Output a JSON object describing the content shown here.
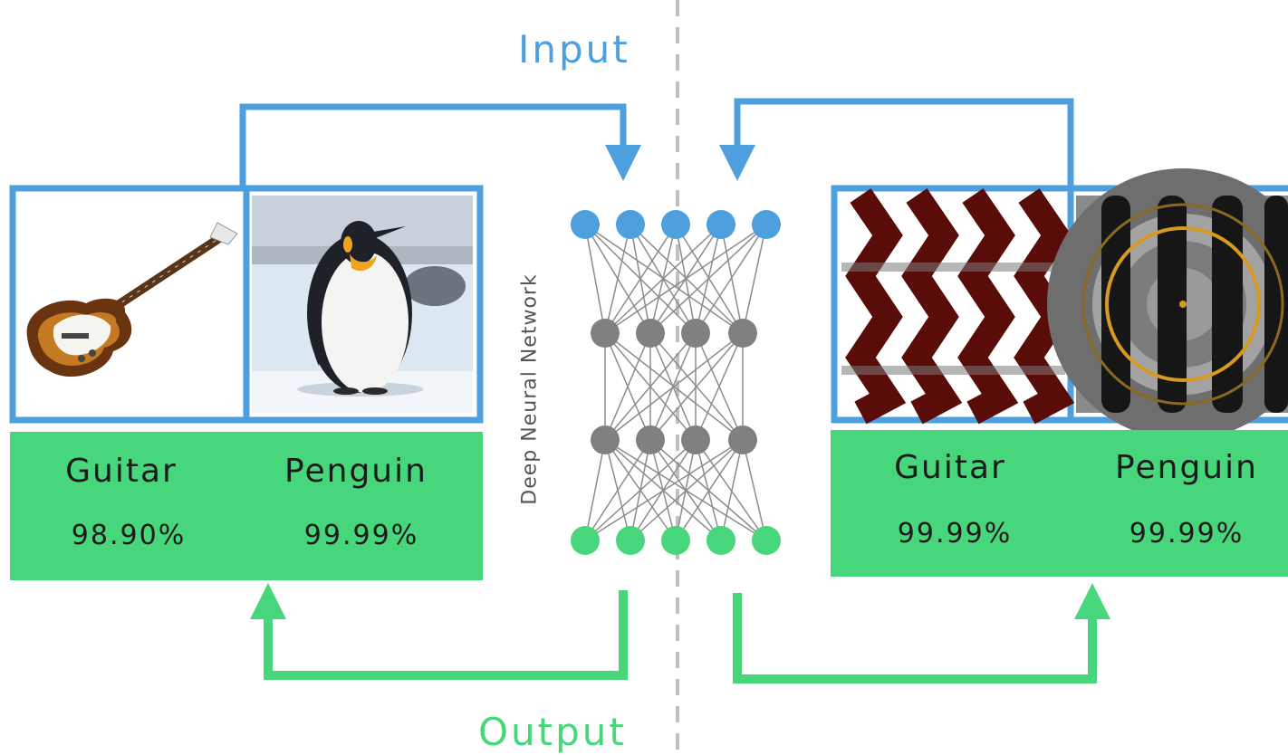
{
  "labels": {
    "input": "Input",
    "output": "Output",
    "network": "Deep Neural Network"
  },
  "left_panel": {
    "items": [
      {
        "class": "Guitar",
        "confidence": "98.90%"
      },
      {
        "class": "Penguin",
        "confidence": "99.99%"
      }
    ]
  },
  "right_panel": {
    "items": [
      {
        "class": "Guitar",
        "confidence": "99.99%"
      },
      {
        "class": "Penguin",
        "confidence": "99.99%"
      }
    ]
  },
  "colors": {
    "input_blue": "#4d9fde",
    "output_green": "#47d67b",
    "hidden_gray": "#808080",
    "divider_gray": "#c0c0c0"
  }
}
